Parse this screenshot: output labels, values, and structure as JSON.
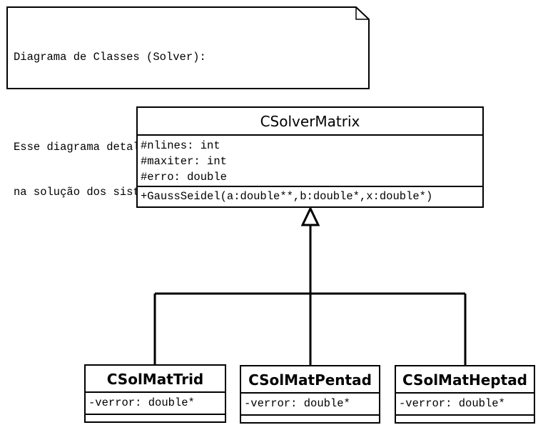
{
  "note": {
    "lines": [
      "Diagrama de Classes (Solver):",
      "",
      "Esse diagrama detalha o solver utilizado",
      "na solução dos sistemas de equações lineares."
    ]
  },
  "classes": {
    "main": {
      "name": "CSolverMatrix",
      "attributes": [
        "#nlines: int",
        "#maxiter: int",
        "#erro: double"
      ],
      "operations": [
        "+GaussSeidel(a:double**,b:double*,x:double*)"
      ]
    },
    "trid": {
      "name": "CSolMatTrid",
      "attributes": [
        "-verror: double*"
      ]
    },
    "pentad": {
      "name": "CSolMatPentad",
      "attributes": [
        "-verror: double*"
      ]
    },
    "heptad": {
      "name": "CSolMatHeptad",
      "attributes": [
        "-verror: double*"
      ]
    }
  }
}
